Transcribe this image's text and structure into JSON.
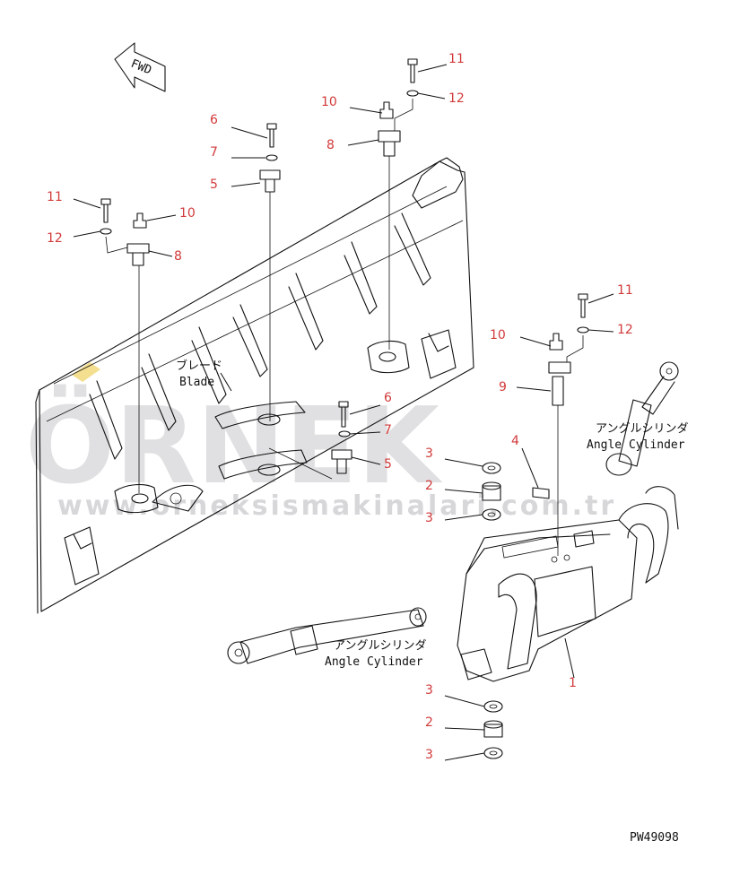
{
  "diagram": {
    "fwd_label": "FWD",
    "drawing_code": "PW49098",
    "labels": {
      "blade_jp": "ブレード",
      "blade_en": "Blade",
      "angle_cyl_jp": "アングルシリンダ",
      "angle_cyl_en": "Angle Cylinder"
    },
    "callouts": [
      {
        "id": "c-11-a",
        "text": "11"
      },
      {
        "id": "c-12-a",
        "text": "12"
      },
      {
        "id": "c-10-a",
        "text": "10"
      },
      {
        "id": "c-8-a",
        "text": "8"
      },
      {
        "id": "c-6-a",
        "text": "6"
      },
      {
        "id": "c-7-a",
        "text": "7"
      },
      {
        "id": "c-5-a",
        "text": "5"
      },
      {
        "id": "c-11-b",
        "text": "11"
      },
      {
        "id": "c-12-b",
        "text": "12"
      },
      {
        "id": "c-10-b",
        "text": "10"
      },
      {
        "id": "c-8-b",
        "text": "8"
      },
      {
        "id": "c-11-c",
        "text": "11"
      },
      {
        "id": "c-12-c",
        "text": "12"
      },
      {
        "id": "c-10-c",
        "text": "10"
      },
      {
        "id": "c-9",
        "text": "9"
      },
      {
        "id": "c-6-b",
        "text": "6"
      },
      {
        "id": "c-7-b",
        "text": "7"
      },
      {
        "id": "c-5-b",
        "text": "5"
      },
      {
        "id": "c-4",
        "text": "4"
      },
      {
        "id": "c-3-a",
        "text": "3"
      },
      {
        "id": "c-2-a",
        "text": "2"
      },
      {
        "id": "c-3-b",
        "text": "3"
      },
      {
        "id": "c-1",
        "text": "1"
      },
      {
        "id": "c-3-c",
        "text": "3"
      },
      {
        "id": "c-2-b",
        "text": "2"
      },
      {
        "id": "c-3-d",
        "text": "3"
      }
    ]
  },
  "watermark": {
    "brand": "ÖRNEK",
    "url": "www.orneksismakinalari.com.tr"
  }
}
